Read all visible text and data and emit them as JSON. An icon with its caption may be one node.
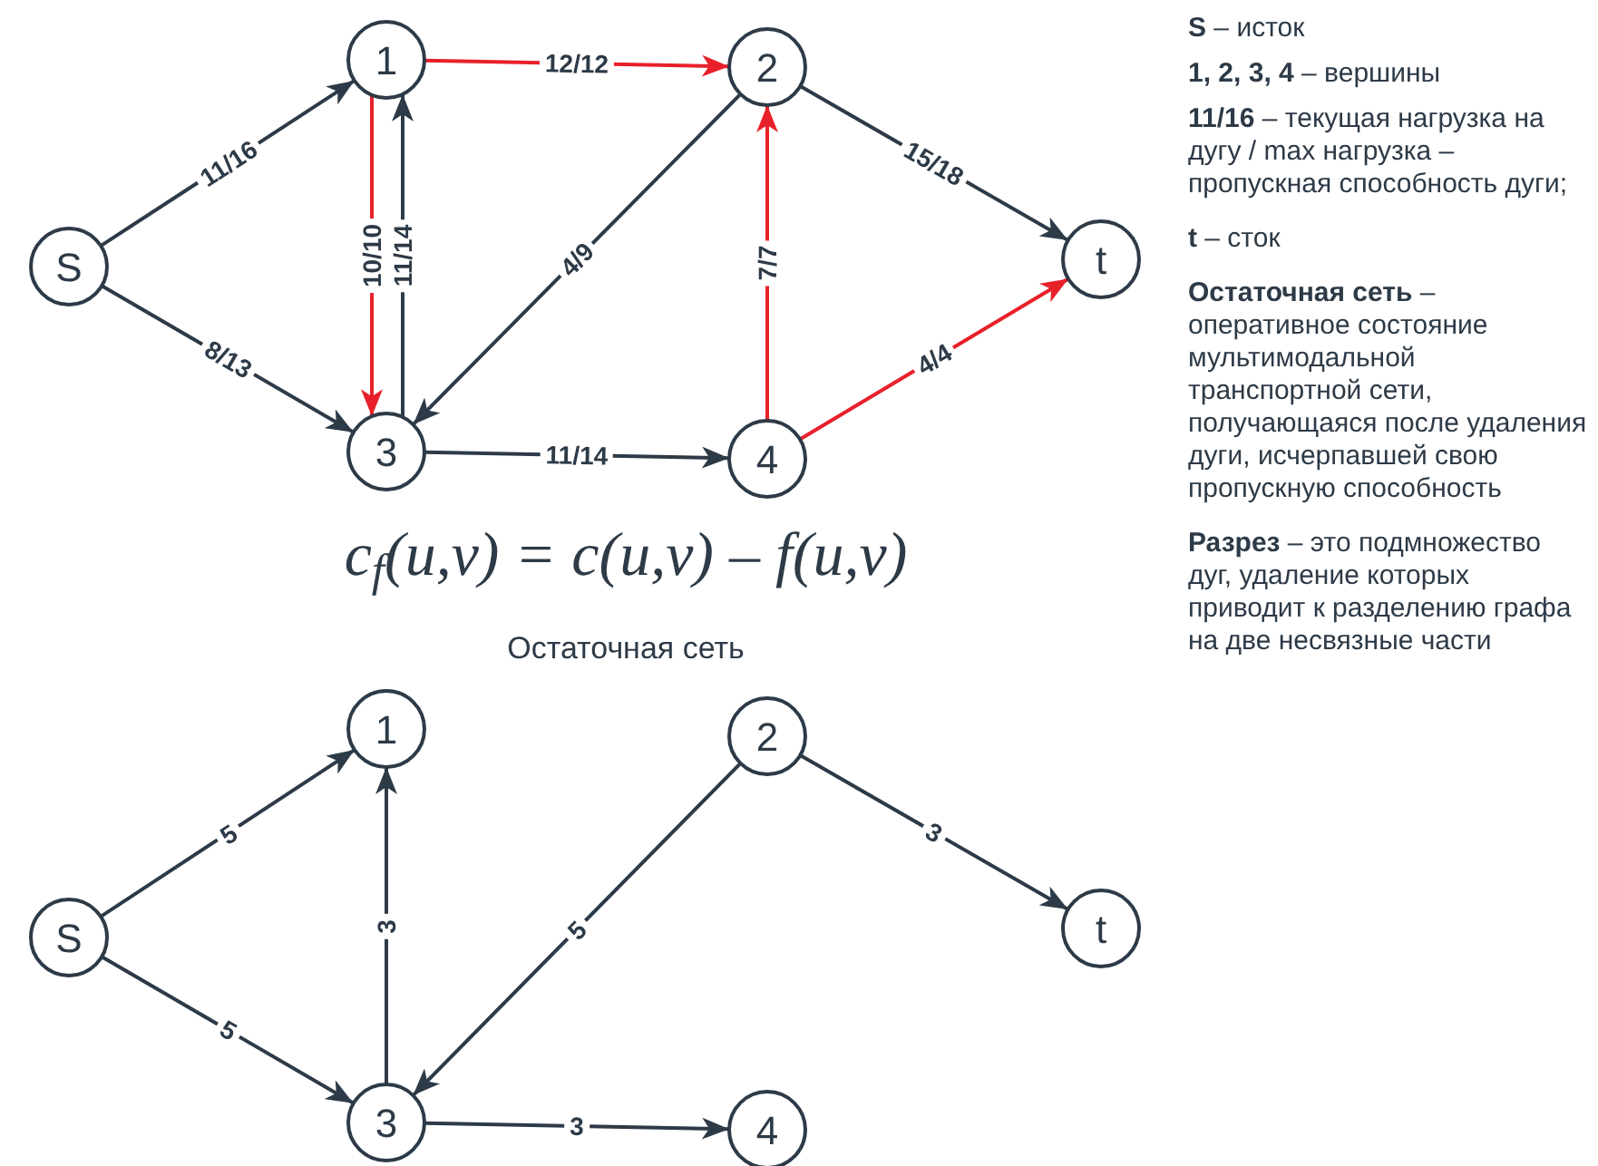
{
  "diagram": {
    "nodes": [
      {
        "text": [
          "S"
        ]
      },
      {
        "text": [
          "1"
        ]
      },
      {
        "text": [
          "2"
        ]
      },
      {
        "text": [
          "3"
        ]
      },
      {
        "text": [
          "4"
        ]
      },
      {
        "text": [
          "t"
        ]
      },
      {
        "text": [
          "S"
        ]
      },
      {
        "text": [
          "1"
        ]
      },
      {
        "text": [
          "2"
        ]
      },
      {
        "text": [
          "3"
        ]
      },
      {
        "text": [
          "4"
        ]
      },
      {
        "text": [
          "t"
        ]
      }
    ],
    "edges": [
      {
        "from": 0,
        "to": 1,
        "arrow": "to",
        "label": "11/16"
      },
      {
        "from": 0,
        "to": 3,
        "arrow": "to",
        "label": "8/13"
      },
      {
        "from": 1,
        "to": 2,
        "arrow": "to",
        "label": "12/12",
        "color": "#e8202a"
      },
      {
        "from": 1,
        "to": 3,
        "arrow": "to",
        "label": "10/10",
        "color": "#e8202a"
      },
      {
        "from": 3,
        "to": 1,
        "arrow": "to",
        "label": "11/14"
      },
      {
        "from": 2,
        "to": 3,
        "arrow": "to",
        "label": "4/9"
      },
      {
        "from": 3,
        "to": 4,
        "arrow": "to",
        "label": "11/14"
      },
      {
        "from": 4,
        "to": 2,
        "arrow": "to",
        "label": "7/7",
        "color": "#e8202a"
      },
      {
        "from": 2,
        "to": 5,
        "arrow": "to",
        "label": "15/18"
      },
      {
        "from": 4,
        "to": 5,
        "arrow": "to",
        "label": "4/4",
        "color": "#e8202a"
      },
      {
        "from": 6,
        "to": 7,
        "arrow": "to",
        "label": "5"
      },
      {
        "from": 6,
        "to": 9,
        "arrow": "to",
        "label": "5"
      },
      {
        "from": 9,
        "to": 7,
        "arrow": "to",
        "label": "3"
      },
      {
        "from": 8,
        "to": 9,
        "arrow": "to",
        "label": "5"
      },
      {
        "from": 9,
        "to": 10,
        "arrow": "to",
        "label": "3"
      },
      {
        "from": 8,
        "to": 11,
        "arrow": "to",
        "label": "3"
      }
    ],
    "labels": [
      "c$_{f}$(u,v) = c(u,v) – f(u,v)",
      "Остаточная сеть",
      "**S** – исток",
      "**1, 2, 3, 4** – вершины",
      "**11/16** – текущая нагрузка на дугу / max нагрузка – пропускная способность дуги;",
      "**t** – сток",
      "**Остаточная сеть** – оперативное состояние мультимодальной транспортной сети, получающаяся после удаления дуги, исчерпавшей свою пропускную способность",
      "**Разрез** – это подмножество дуг, удаление которых приводит к разделению графа на две несвязные части"
    ]
  }
}
